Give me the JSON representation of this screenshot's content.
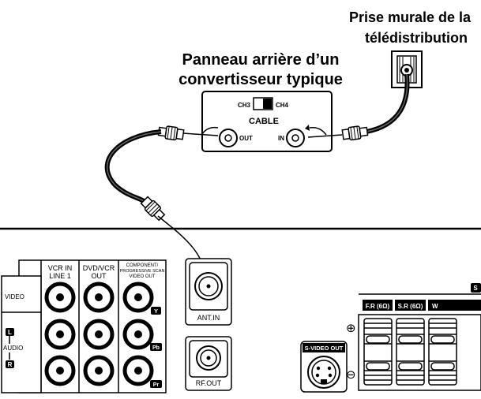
{
  "labels": {
    "wall_outlet_line1": "Prise murale de la",
    "wall_outlet_line2": "télédistribution",
    "converter_title_line1": "Panneau arrière d’un",
    "converter_title_line2": "convertisseur typique"
  },
  "converter": {
    "ch3": "CH3",
    "ch4": "CH4",
    "cable": "CABLE",
    "out": "OUT",
    "in": "IN"
  },
  "panel": {
    "col_vcr_line1": "VCR IN",
    "col_vcr_line2": "LINE 1",
    "col_dvd_line1": "DVD/VCR",
    "col_dvd_line2": "OUT",
    "col_comp_line1": "COMPONENT/",
    "col_comp_line2": "PROGRESSIVE SCAN",
    "col_comp_line3": "VIDEO OUT",
    "row_video": "VIDEO",
    "row_audio": "AUDIO",
    "audio_l": "L",
    "audio_r": "R",
    "comp_y": "Y",
    "comp_pb": "Pb",
    "comp_pr": "Pr",
    "ant_in": "ANT.IN",
    "rf_out": "RF.OUT",
    "svideo_out": "S-VIDEO OUT",
    "speaker_fr": "F.R (6Ω)",
    "speaker_sr": "S.R (6Ω)",
    "speaker_w": "W",
    "speaker_badge": "S",
    "plus": "⊕",
    "minus": "⊖"
  }
}
